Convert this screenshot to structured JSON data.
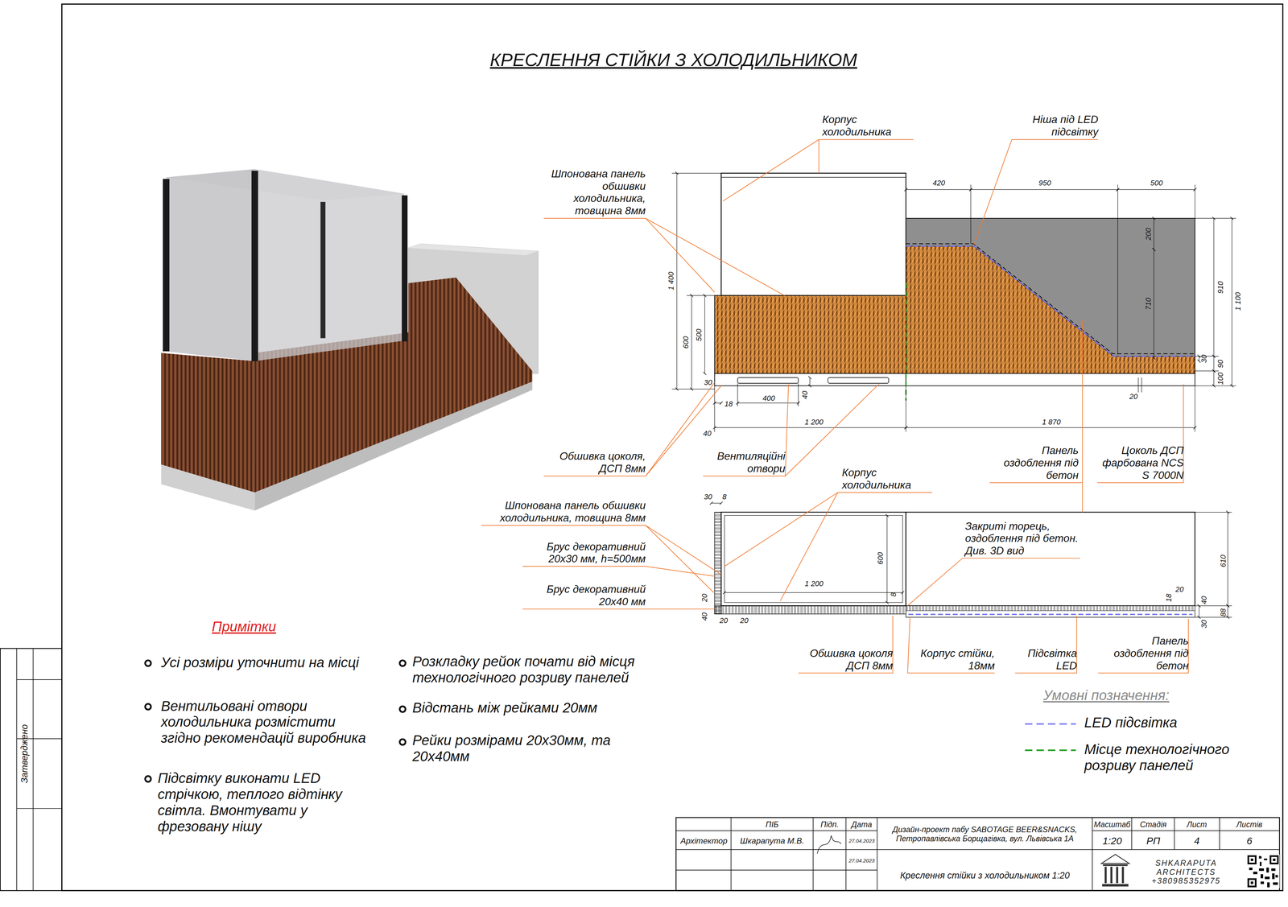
{
  "diagram": {
    "title": "КРЕСЛЕННЯ СТІЙКИ З ХОЛОДИЛЬНИКОМ",
    "labels": [
      "Корпус холодильника",
      "Ніша під LED підсвітку",
      "Шпонована панель обшивки холодильника, товщина 8мм",
      "420",
      "950",
      "500",
      "200",
      "710",
      "910",
      "1 100",
      "1 400",
      "600",
      "500",
      "30",
      "18",
      "400",
      "40",
      "40",
      "1 200",
      "1 870",
      "30",
      "90",
      "20",
      "100",
      "Обшивка цоколя, ДСП 8мм",
      "Вентиляційні отвори",
      "Панель оздоблення під бетон",
      "Цоколь ДСП фарбована NCS S 7000N",
      "Корпус холодильника",
      "30",
      "8",
      "Шпонована панель обшивки холодильника, товщина 8мм",
      "Закриті торець, оздоблення під бетон. Див. 3D вид",
      "Брус декоративний 20х30 мм, h=500мм",
      "600",
      "1 200",
      "8",
      "610",
      "18",
      "20",
      "40",
      "88",
      "30",
      "Брус декоративний 20х40 мм",
      "20",
      "40",
      "20",
      "20",
      "Обшивка цоколя ДСП 8мм",
      "Корпус стійки, 18мм",
      "Підсвітка LED",
      "Панель оздоблення під бетон",
      "Примітки",
      "Усі розміри уточнити на місці",
      "Вентильовані отвори холодильника розмістити згідно рекомендацій виробника",
      "Підсвітку виконати LED стрічкою, теплого відтінку світла. Вмонтувати у фрезовану нішу",
      "Розкладку рейок почати від місця технологічного розриву панелей",
      "Відстань між рейками 20мм",
      "Рейки розмірами 20х30мм, та 20х40мм",
      "Умовні позначення:",
      "Затверджено",
      "ПІБ",
      "Підп.",
      "Дата",
      "Архітектор",
      "Шкарапута М.В.",
      "27.04.2023",
      "27.04.2023",
      "Дизайн-проект пабу SABOTAGE BEER&SNACKS, Петропавлівська Борщагівка, вул. Львівська 1А",
      "Масштаб",
      "Стадія",
      "Лист",
      "Листів",
      "1:20",
      "РП",
      "4",
      "6",
      "Креслення стійки з холодильником 1:20",
      "SHKARAPUTA ARCHITECTS +380985352975"
    ],
    "legend": [
      {
        "text": "LED підсвітка"
      },
      {
        "text": "Місце технологічного розриву панелей"
      }
    ]
  }
}
